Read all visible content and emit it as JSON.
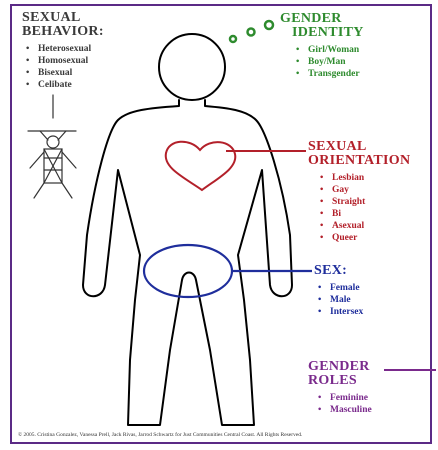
{
  "colors": {
    "border": "#5b2a86",
    "behavior": "#3a3a3a",
    "identity": "#2e8b2e",
    "orientation": "#b3202a",
    "sex": "#1f2e9c",
    "roles": "#7a2a8c"
  },
  "sexual_behavior": {
    "title_line1": "SEXUAL",
    "title_line2": "BEHAVIOR:",
    "items": [
      "Heterosexual",
      "Homosexual",
      "Bisexual",
      "Celibate"
    ]
  },
  "gender_identity": {
    "title_line1": "GENDER",
    "title_line2": "IDENTITY",
    "items": [
      "Girl/Woman",
      "Boy/Man",
      "Transgender"
    ]
  },
  "sexual_orientation": {
    "title_line1": "SEXUAL",
    "title_line2": "ORIENTATION",
    "items": [
      "Lesbian",
      "Gay",
      "Straight",
      "Bi",
      "Asexual",
      "Queer"
    ]
  },
  "sex": {
    "title": "SEX:",
    "items": [
      "Female",
      "Male",
      "Intersex"
    ]
  },
  "gender_roles": {
    "title_line1": "GENDER",
    "title_line2": "ROLES",
    "items": [
      "Feminine",
      "Masculine"
    ]
  },
  "copyright": "© 2005.  Cristina Gonzalez, Vanessa Prell, Jack Rivas, Jarrod Schwartz for  Just Communities Central Coast.  All Rights Reserved."
}
